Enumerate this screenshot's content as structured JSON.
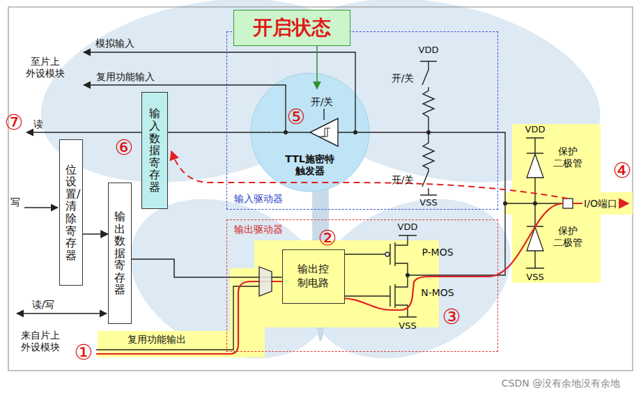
{
  "diagram": {
    "nodes": [
      {
        "text": [
          "输入驱动器"
        ]
      },
      {
        "text": [
          "输出驱动器"
        ]
      },
      {
        "text": [
          "位设置/清除寄存器"
        ]
      },
      {
        "text": [
          "输出数据寄存器"
        ]
      },
      {
        "text": [
          "输入数据寄存器"
        ]
      },
      {
        "text": [
          "开启状态"
        ]
      },
      {
        "text": [
          "TTL施密特 触发器"
        ],
        "in": 0
      },
      {
        "text": [
          "输出控制电路"
        ],
        "in": 1
      }
    ],
    "edges": [
      {
        "from": 2,
        "to": 3,
        "arrow": "to"
      },
      {
        "from": 3,
        "to": 7,
        "arrow": "none"
      },
      {
        "from": 5,
        "to": 6,
        "arrow": "to"
      },
      {
        "from": 6,
        "to": 4,
        "arrow": "none"
      }
    ],
    "labels": [
      "至片上 外设模块",
      "模拟输入",
      "复用功能输入",
      "⑦",
      "读",
      "⑥",
      "写",
      "读/写",
      "来自片上 外设模块",
      "①",
      "复用功能输出",
      "⑤",
      "开/关",
      "VDD",
      "开/关",
      "开/关",
      "VSS",
      "②",
      "VDD",
      "P-MOS",
      "N-MOS",
      "VSS",
      "③",
      "VDD",
      "保护 二极管",
      "保护 二极管",
      "VSS",
      "④",
      "I/O端口",
      "CSDN @没有余地没有余地"
    ]
  }
}
